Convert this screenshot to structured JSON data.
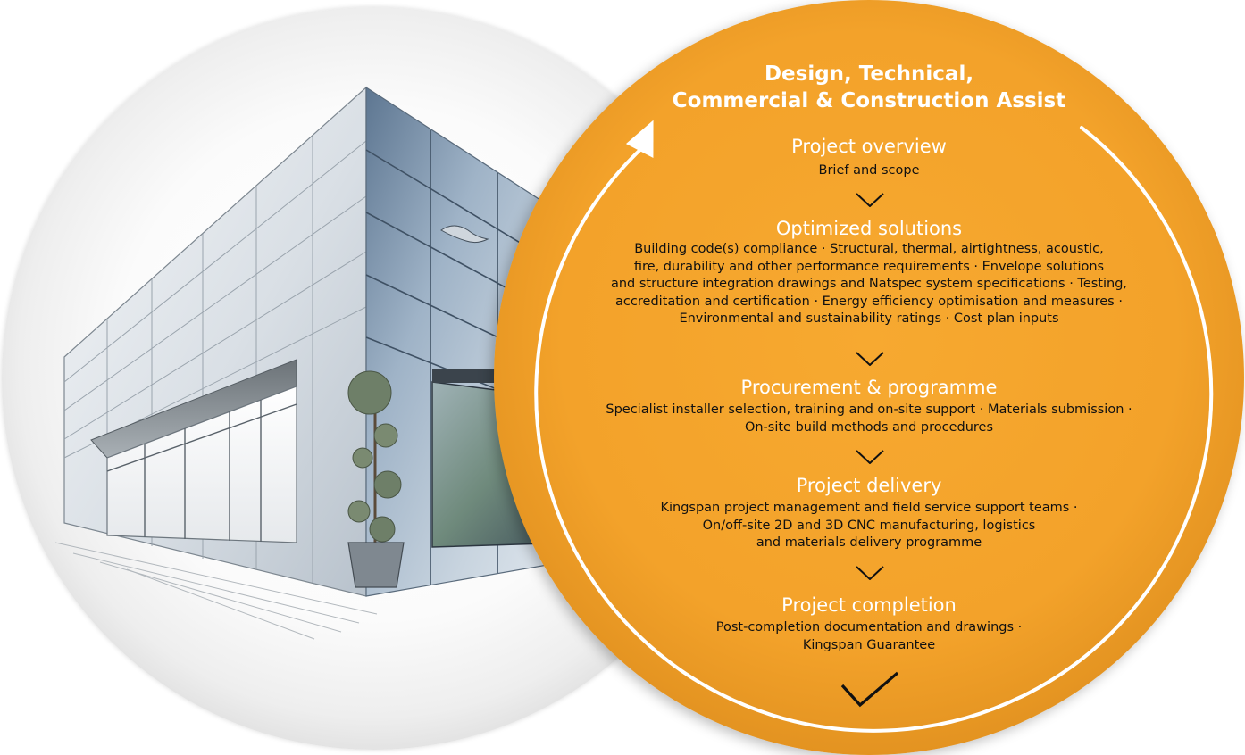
{
  "title": {
    "line1": "Design, Technical,",
    "line2": "Commercial & Construction Assist"
  },
  "stages": [
    {
      "title": "Project overview",
      "lines": [
        "Brief and scope"
      ]
    },
    {
      "title": "Optimized solutions",
      "lines": [
        "Building code(s) compliance · Structural, thermal, airtightness, acoustic,",
        "fire, durability and other performance requirements · Envelope solutions",
        "and structure integration drawings and Natspec system specifications · Testing,",
        "accreditation and certification · Energy efficiency optimisation and measures ·",
        "Environmental and sustainability ratings · Cost plan inputs"
      ]
    },
    {
      "title": "Procurement & programme",
      "lines": [
        "Specialist installer selection, training and on-site support · Materials submission ·",
        "On-site build methods and procedures"
      ]
    },
    {
      "title": "Project delivery",
      "lines": [
        "Kingspan project management and field service support teams ·",
        "On/off-site 2D and 3D CNC manufacturing, logistics",
        "and materials delivery programme"
      ]
    },
    {
      "title": "Project completion",
      "lines": [
        "Post-completion documentation and drawings ·",
        "Kingspan Guarantee"
      ]
    }
  ],
  "icons": {
    "connector": "chevron-down-icon",
    "final": "checkmark-icon",
    "cycle": "circular-arrow-icon",
    "illustration": "building-sketch-illustration"
  },
  "colors": {
    "accent_orange": "#f3a22a",
    "title_white": "#ffffff",
    "text_dark": "#111111",
    "facade_blue": "#8fa6bd"
  }
}
